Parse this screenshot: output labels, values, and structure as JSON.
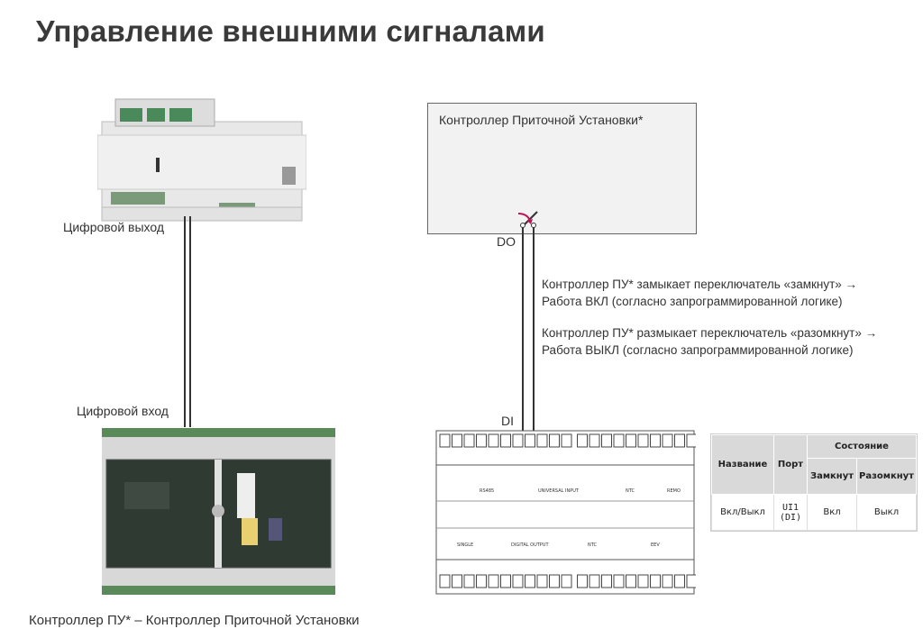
{
  "title": "Управление внешними сигналами",
  "labels": {
    "digital_output": "Цифровой выход",
    "digital_input": "Цифровой вход",
    "do": "DO",
    "di": "DI",
    "caption": "Контроллер ПУ* – Контроллер Приточной Установки"
  },
  "ahu_box": {
    "title": "Контроллер Приточной Установки*"
  },
  "description": {
    "line1": "Контроллер ПУ* замыкает переключатель «замкнут» →",
    "line2": "Работа ВКЛ (согласно запрограммированной логике)",
    "line3": "Контроллер ПУ* размыкает переключатель «разомкнут» →",
    "line4": "Работа ВЫКЛ (согласно запрограммированной логике)"
  },
  "device_labels": {
    "top": [
      "RS485",
      "UNIVERSAL INPUT",
      "NTC",
      "REMO"
    ],
    "bottom": [
      "SINGLE",
      "DIGITAL OUTPUT",
      "NTC",
      "EEV"
    ]
  },
  "table": {
    "headers": {
      "name": "Название",
      "port": "Порт",
      "state": "Состояние",
      "closed": "Замкнут",
      "open": "Разомкнут"
    },
    "row": {
      "name": "Вкл/Выкл",
      "port1": "UI1",
      "port2": "(DI)",
      "closed": "Вкл",
      "open": "Выкл"
    }
  },
  "colors": {
    "switch_arrow": "#c0135a",
    "box_fill": "#f2f2f2"
  }
}
